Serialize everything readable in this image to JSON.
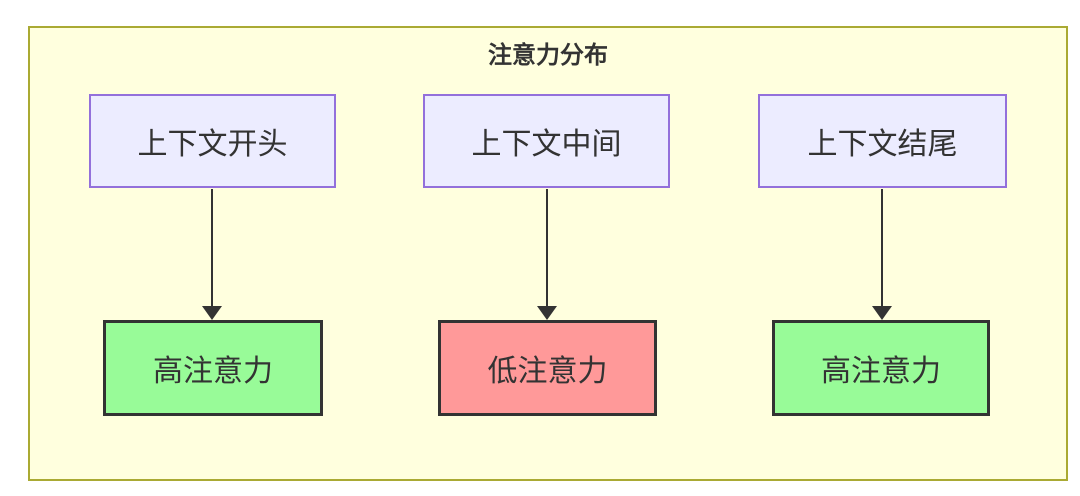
{
  "diagram": {
    "type": "flowchart",
    "title": "注意力分布",
    "top_nodes": [
      {
        "id": "A",
        "label": "上下文开头"
      },
      {
        "id": "B",
        "label": "上下文中间"
      },
      {
        "id": "C",
        "label": "上下文结尾"
      }
    ],
    "bottom_nodes": [
      {
        "id": "A1",
        "label": "高注意力",
        "level": "high"
      },
      {
        "id": "B1",
        "label": "低注意力",
        "level": "low"
      },
      {
        "id": "C1",
        "label": "高注意力",
        "level": "high"
      }
    ],
    "edges": [
      {
        "from": "A",
        "to": "A1"
      },
      {
        "from": "B",
        "to": "B1"
      },
      {
        "from": "C",
        "to": "C1"
      }
    ],
    "colors": {
      "cluster_fill": "#ffffde",
      "cluster_border": "#aaaa33",
      "context_node_fill": "#ECECFF",
      "context_node_border": "#9370DB",
      "high_attention_fill": "#98FB98",
      "low_attention_fill": "#FF9999",
      "result_node_border": "#333333",
      "text": "#333333",
      "arrow": "#333333"
    }
  }
}
